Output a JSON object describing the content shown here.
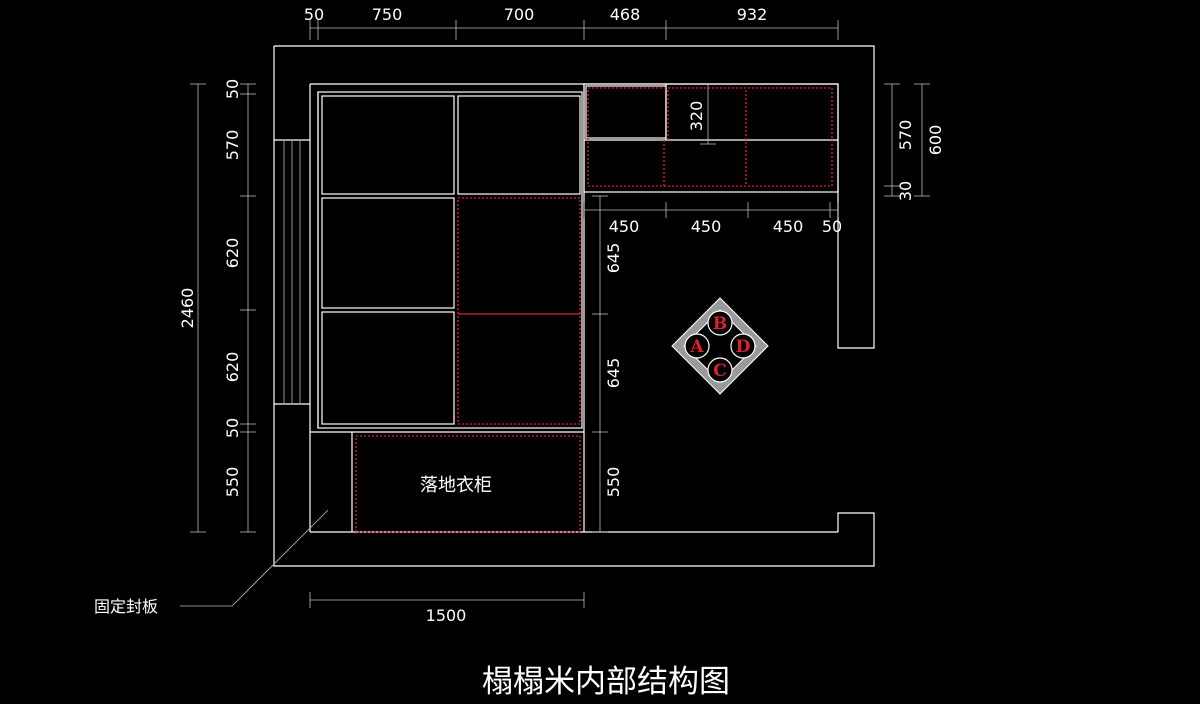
{
  "title": "榻榻米内部结构图",
  "labels": {
    "wardrobe": "落地衣柜",
    "fixed_panel": "固定封板"
  },
  "dimensions": {
    "top": [
      "50",
      "750",
      "700",
      "468",
      "932"
    ],
    "left_total": "2460",
    "left": [
      "50",
      "570",
      "620",
      "620",
      "50",
      "550"
    ],
    "cabinet_vertical": [
      "645",
      "645",
      "550"
    ],
    "upper_cabinet_height": "320",
    "upper_bottom": [
      "450",
      "450",
      "450",
      "50"
    ],
    "right": [
      "570",
      "600",
      "30"
    ],
    "bottom": "1500"
  },
  "lift_table": {
    "letters": [
      "A",
      "B",
      "C",
      "D"
    ]
  },
  "colors": {
    "background": "#000000",
    "line": "#ffffff",
    "hidden_line": "#e0202a",
    "fixture": "#9a9a9a"
  }
}
